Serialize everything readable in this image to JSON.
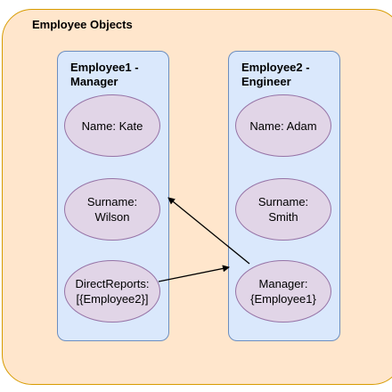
{
  "diagram": {
    "container_title": "Employee Objects",
    "left": {
      "title": "Employee1 -\nManager",
      "name": "Name: Kate",
      "surname": "Surname:\nWilson",
      "direct_reports": "DirectReports:\n[{Employee2}]"
    },
    "right": {
      "title": "Employee2 -\nEngineer",
      "name": "Name: Adam",
      "surname": "Surname:\nSmith",
      "manager": "Manager:\n{Employee1}"
    },
    "colors": {
      "container_fill": "#ffe6cc",
      "container_stroke": "#d79b00",
      "column_fill": "#dae8fc",
      "column_stroke": "#6c8ebf",
      "field_fill": "#e1d5e7",
      "field_stroke": "#9673a6",
      "arrow": "#000000"
    }
  }
}
